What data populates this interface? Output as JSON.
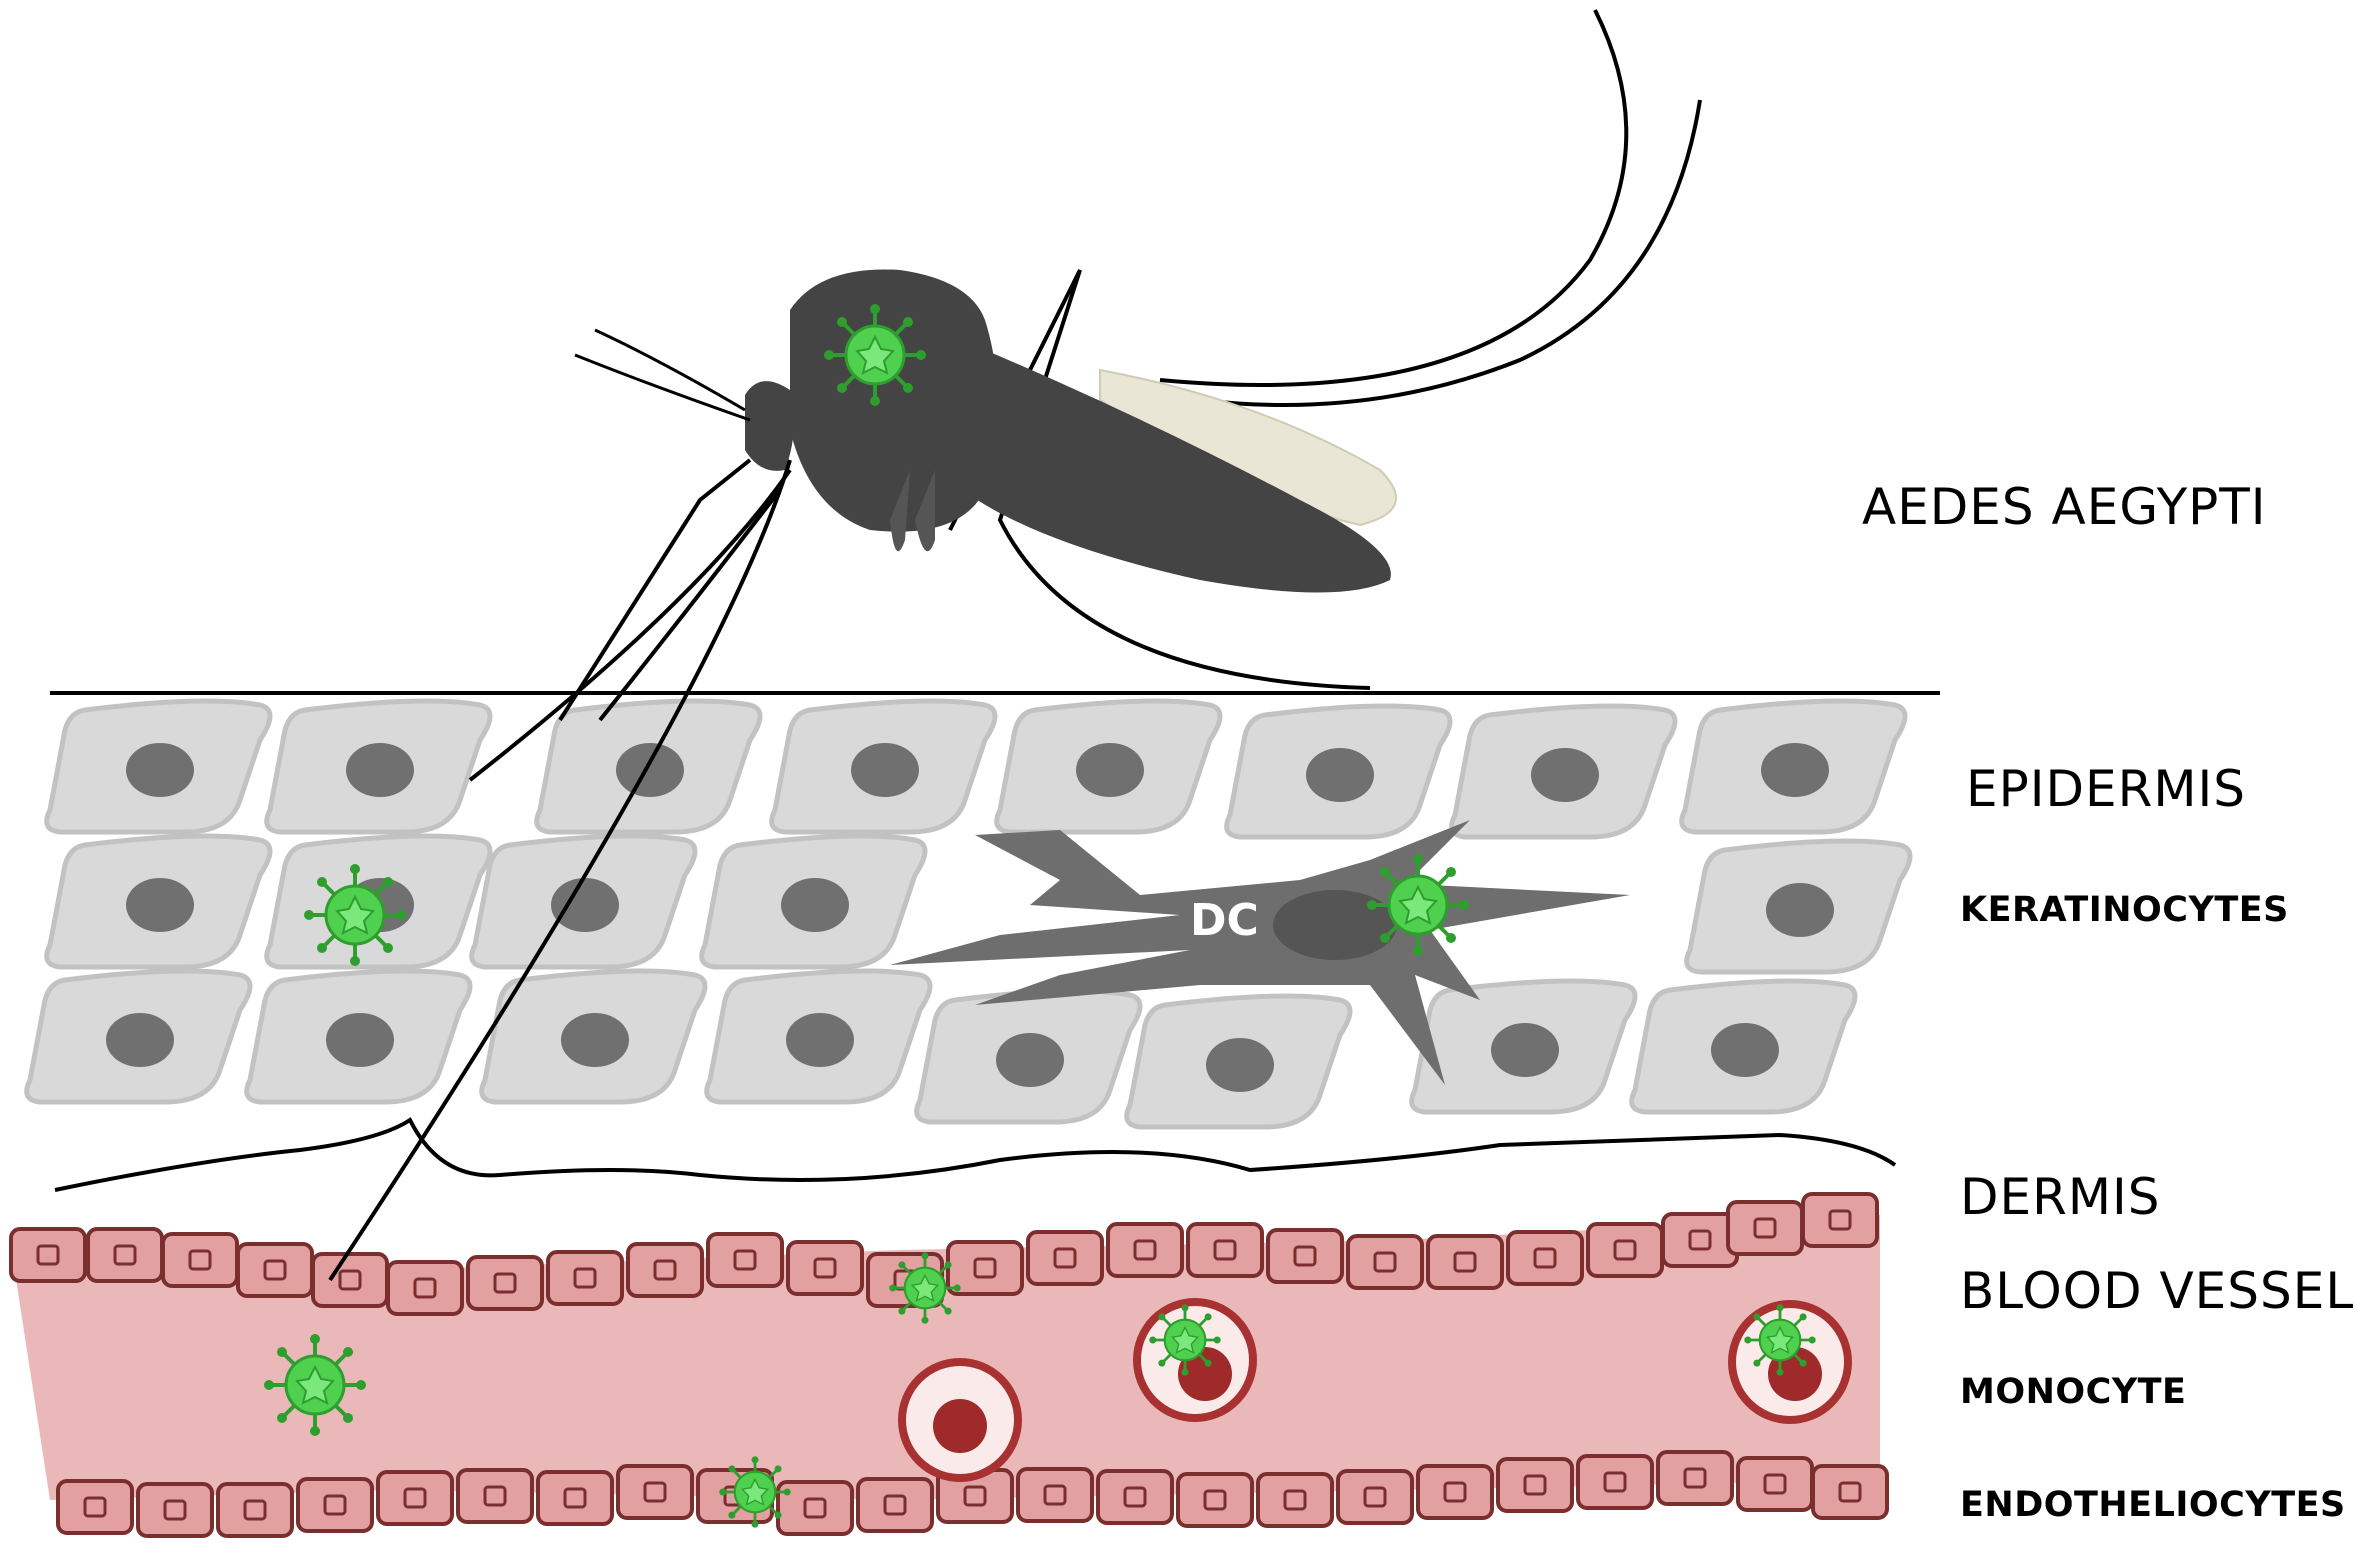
{
  "labels": {
    "mosquito": "AEDES AEGYPTI",
    "epidermis": "EPIDERMIS",
    "keratinocytes": "KERATINOCYTES",
    "dermis": "DERMIS",
    "blood_vessel": "BLOOD VESSEL",
    "monocyte": "MONOCYTE",
    "endotheliocytes": "ENDOTHELIOCYTES",
    "dendritic_cell": "DC"
  },
  "colors": {
    "mosquito_body": "#444444",
    "keratinocyte_fill": "#d9d9d9",
    "keratinocyte_stroke": "#bdbdbd",
    "nucleus": "#707070",
    "dendritic_cell": "#6e6e6e",
    "virus": "#3fbf3f",
    "vessel_fill": "#e8b4b4",
    "endothelial_cell": "#e0a0a0",
    "endothelial_stroke": "#8b3a3a",
    "monocyte_ring": "#a52a2a"
  },
  "icons": [
    "virus-icon",
    "mosquito-icon",
    "dendritic-cell-icon",
    "monocyte-icon"
  ]
}
